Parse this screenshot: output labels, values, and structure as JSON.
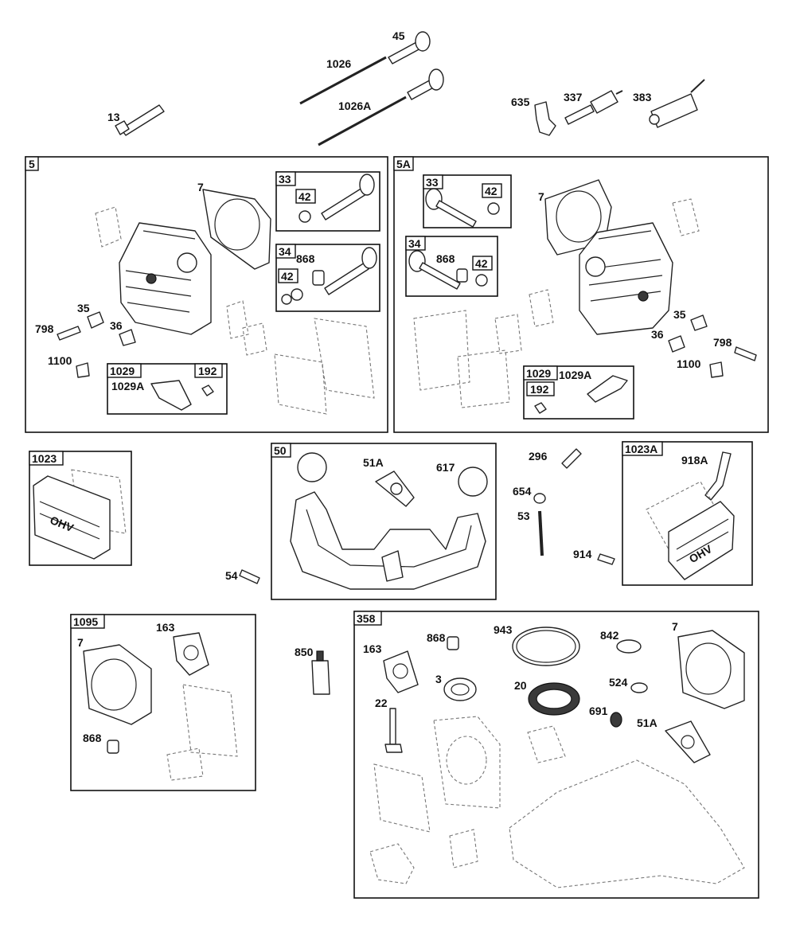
{
  "loose_parts": {
    "p45": "45",
    "p1026": "1026",
    "p1026A": "1026A",
    "p13": "13",
    "p635": "635",
    "p337": "337",
    "p383": "383",
    "p296": "296",
    "p654": "654",
    "p53": "53",
    "p54": "54",
    "p914": "914",
    "p850": "850"
  },
  "assembly_5": {
    "tag": "5",
    "p7": "7",
    "p35": "35",
    "p36": "36",
    "p798": "798",
    "p1100": "1100",
    "kit_33": {
      "tag": "33",
      "sub_42": "42"
    },
    "kit_34": {
      "tag": "34",
      "p868": "868",
      "sub_42": "42"
    },
    "kit_1029": {
      "tag": "1029",
      "p1029A": "1029A",
      "sub_192": "192"
    }
  },
  "assembly_5A": {
    "tag": "5A",
    "p7": "7",
    "p35": "35",
    "p36": "36",
    "p798": "798",
    "p1100": "1100",
    "kit_33": {
      "tag": "33",
      "sub_42": "42"
    },
    "kit_34": {
      "tag": "34",
      "p868": "868",
      "sub_42": "42"
    },
    "kit_1029": {
      "tag": "1029",
      "p1029A": "1029A",
      "sub_192": "192"
    }
  },
  "kit_1023": {
    "tag": "1023",
    "cover_text": "OHV"
  },
  "kit_50": {
    "tag": "50",
    "p51A": "51A",
    "p617": "617"
  },
  "kit_1023A": {
    "tag": "1023A",
    "p918A": "918A",
    "cover_text": "OHV"
  },
  "kit_1095": {
    "tag": "1095",
    "p7": "7",
    "p163": "163",
    "p868": "868"
  },
  "kit_358": {
    "tag": "358",
    "p163": "163",
    "p868": "868",
    "p943": "943",
    "p842": "842",
    "p7": "7",
    "p3": "3",
    "p20": "20",
    "p524": "524",
    "p22": "22",
    "p691": "691",
    "p51A": "51A"
  }
}
